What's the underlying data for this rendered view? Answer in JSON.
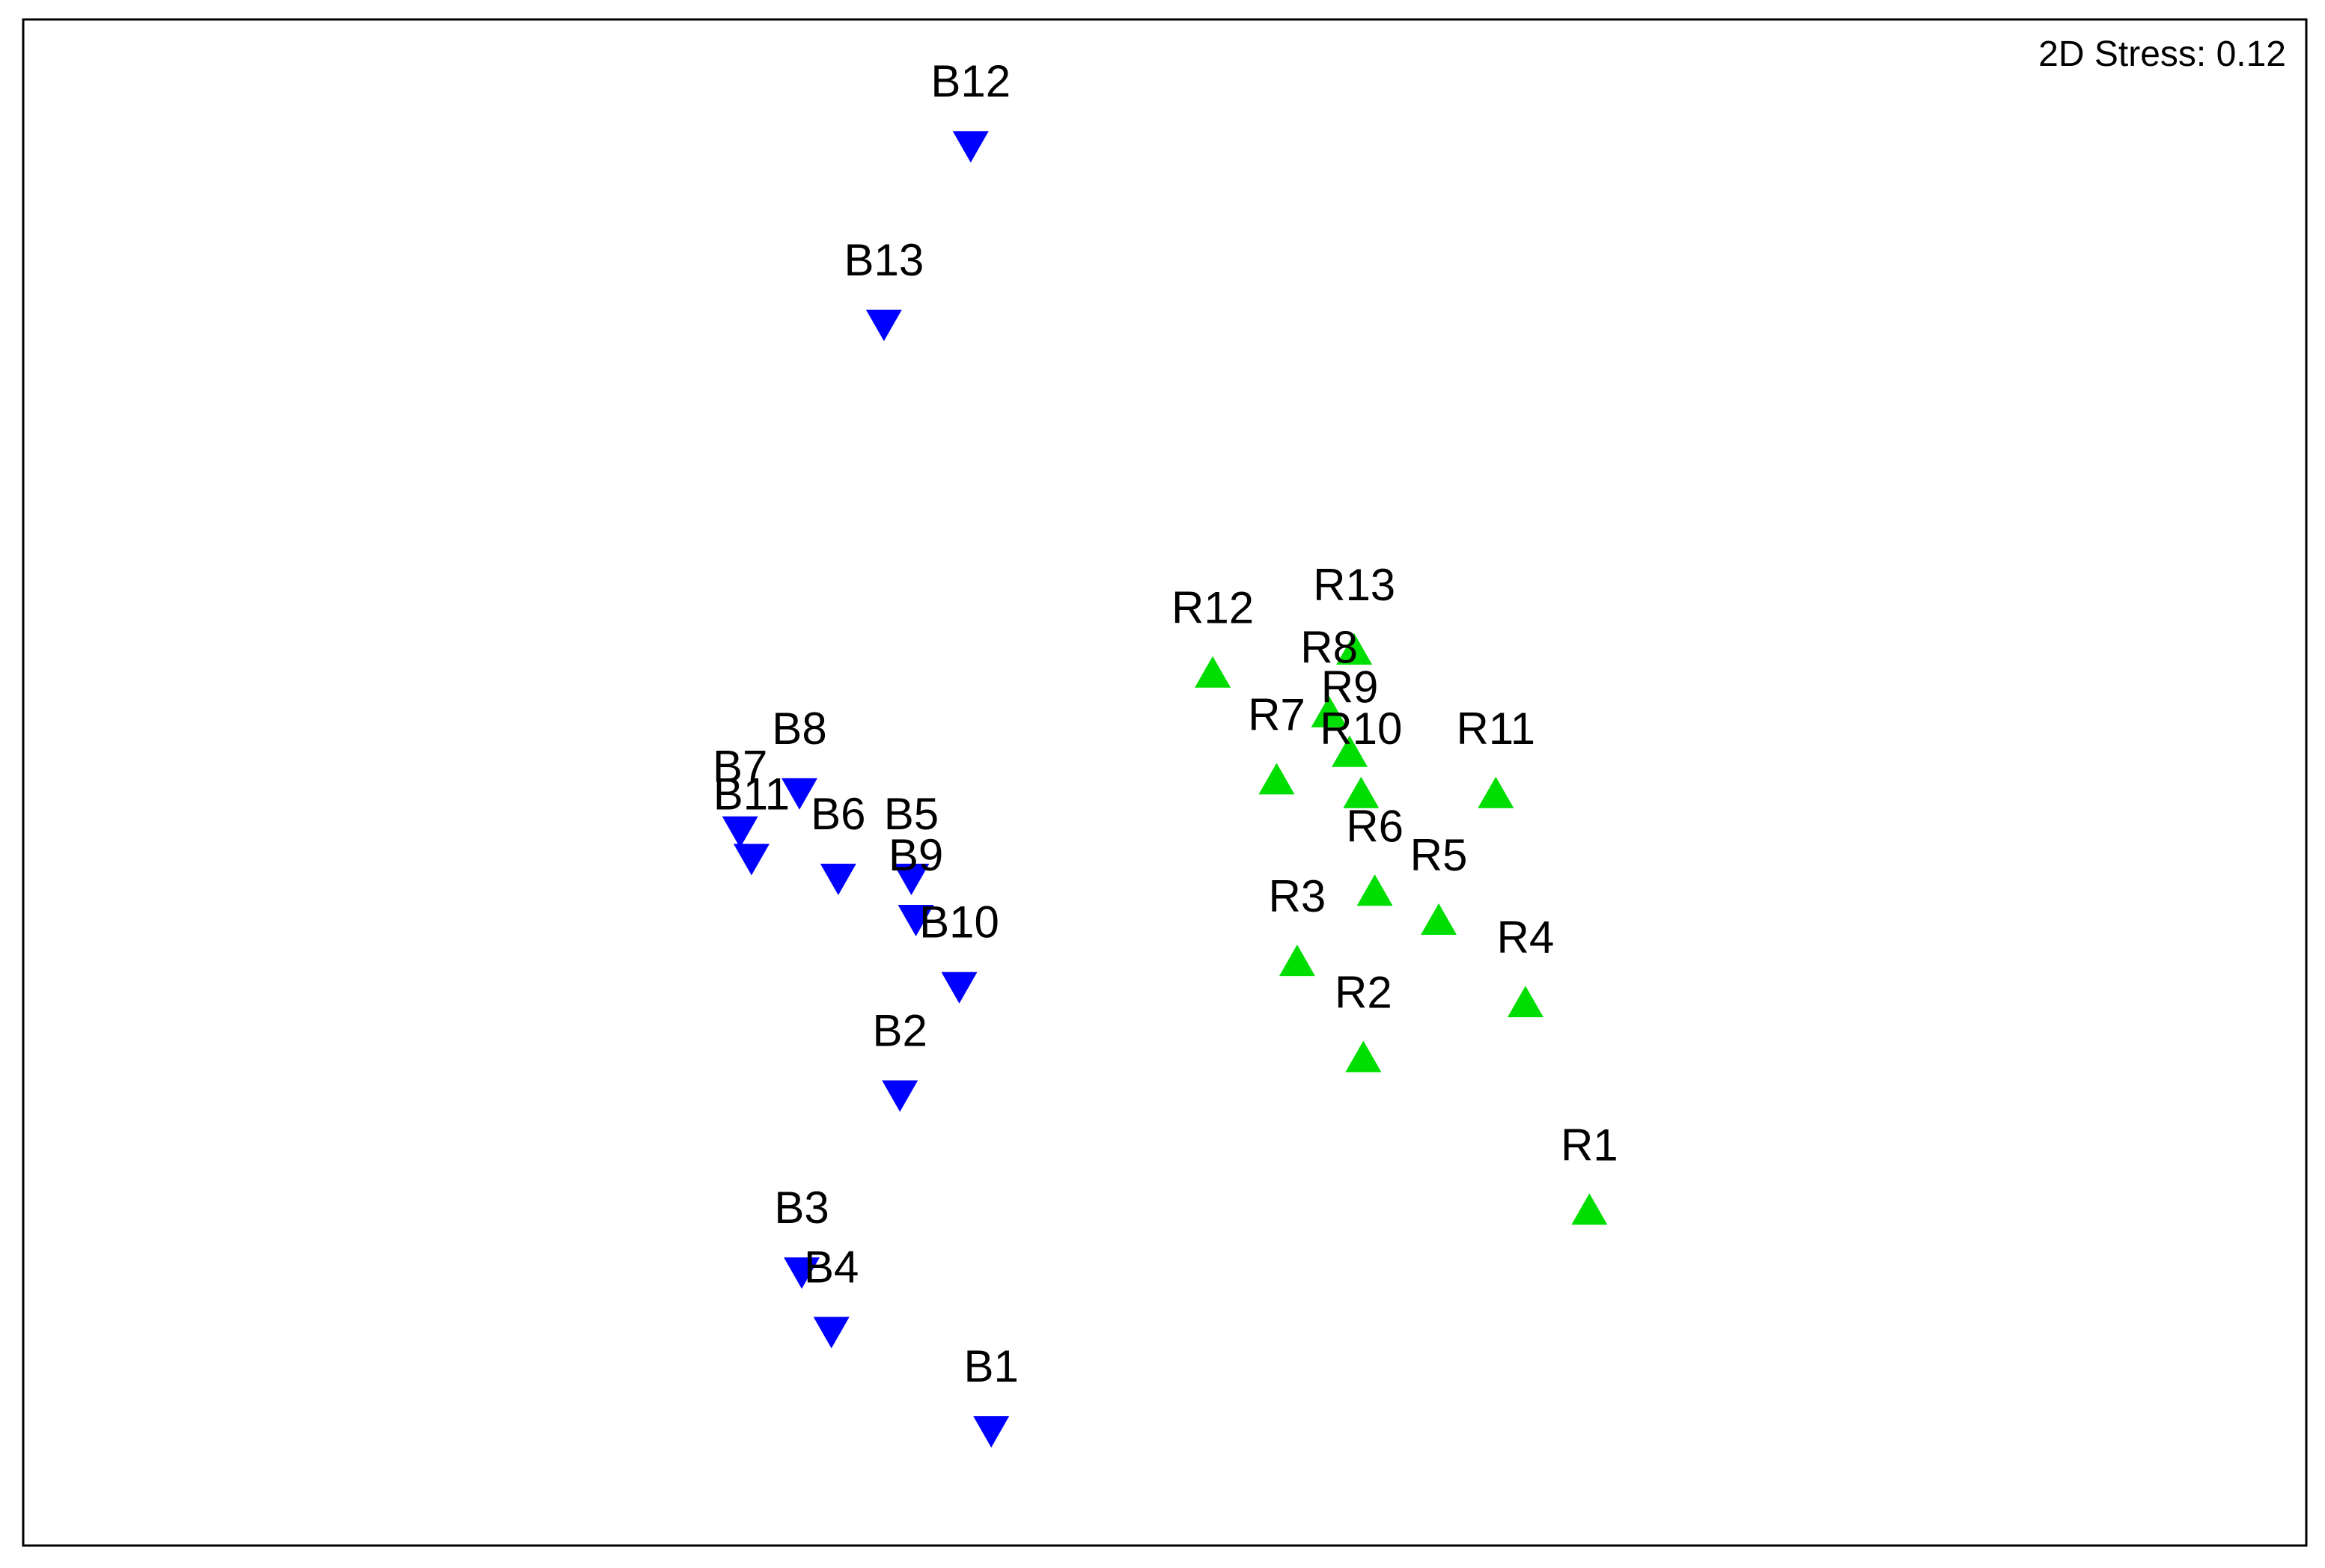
{
  "chart_data": {
    "type": "scatter",
    "annotation": "2D Stress: 0.12",
    "xlim": [
      0,
      1
    ],
    "ylim": [
      0,
      1
    ],
    "grid": false,
    "series": [
      {
        "marker": "triangle-down",
        "color": "#0000ff",
        "points": [
          {
            "label": "B12",
            "x": 0.415,
            "y": 0.917
          },
          {
            "label": "B13",
            "x": 0.377,
            "y": 0.8
          },
          {
            "label": "B8",
            "x": 0.34,
            "y": 0.493
          },
          {
            "label": "B7",
            "x": 0.314,
            "y": 0.468
          },
          {
            "label": "B11",
            "x": 0.319,
            "y": 0.45
          },
          {
            "label": "B6",
            "x": 0.357,
            "y": 0.437
          },
          {
            "label": "B5",
            "x": 0.389,
            "y": 0.437
          },
          {
            "label": "B9",
            "x": 0.391,
            "y": 0.41
          },
          {
            "label": "B10",
            "x": 0.41,
            "y": 0.366
          },
          {
            "label": "B2",
            "x": 0.384,
            "y": 0.295
          },
          {
            "label": "B3",
            "x": 0.341,
            "y": 0.179
          },
          {
            "label": "B4",
            "x": 0.354,
            "y": 0.14
          },
          {
            "label": "B1",
            "x": 0.424,
            "y": 0.075
          }
        ]
      },
      {
        "marker": "triangle-up",
        "color": "#00dd00",
        "points": [
          {
            "label": "R12",
            "x": 0.521,
            "y": 0.572
          },
          {
            "label": "R13",
            "x": 0.583,
            "y": 0.587
          },
          {
            "label": "R8",
            "x": 0.572,
            "y": 0.546
          },
          {
            "label": "R9",
            "x": 0.581,
            "y": 0.52
          },
          {
            "label": "R7",
            "x": 0.549,
            "y": 0.502
          },
          {
            "label": "R10",
            "x": 0.586,
            "y": 0.493
          },
          {
            "label": "R11",
            "x": 0.645,
            "y": 0.493
          },
          {
            "label": "R6",
            "x": 0.592,
            "y": 0.429
          },
          {
            "label": "R5",
            "x": 0.62,
            "y": 0.41
          },
          {
            "label": "R3",
            "x": 0.558,
            "y": 0.383
          },
          {
            "label": "R4",
            "x": 0.658,
            "y": 0.356
          },
          {
            "label": "R2",
            "x": 0.587,
            "y": 0.32
          },
          {
            "label": "R1",
            "x": 0.686,
            "y": 0.22
          }
        ]
      }
    ]
  }
}
